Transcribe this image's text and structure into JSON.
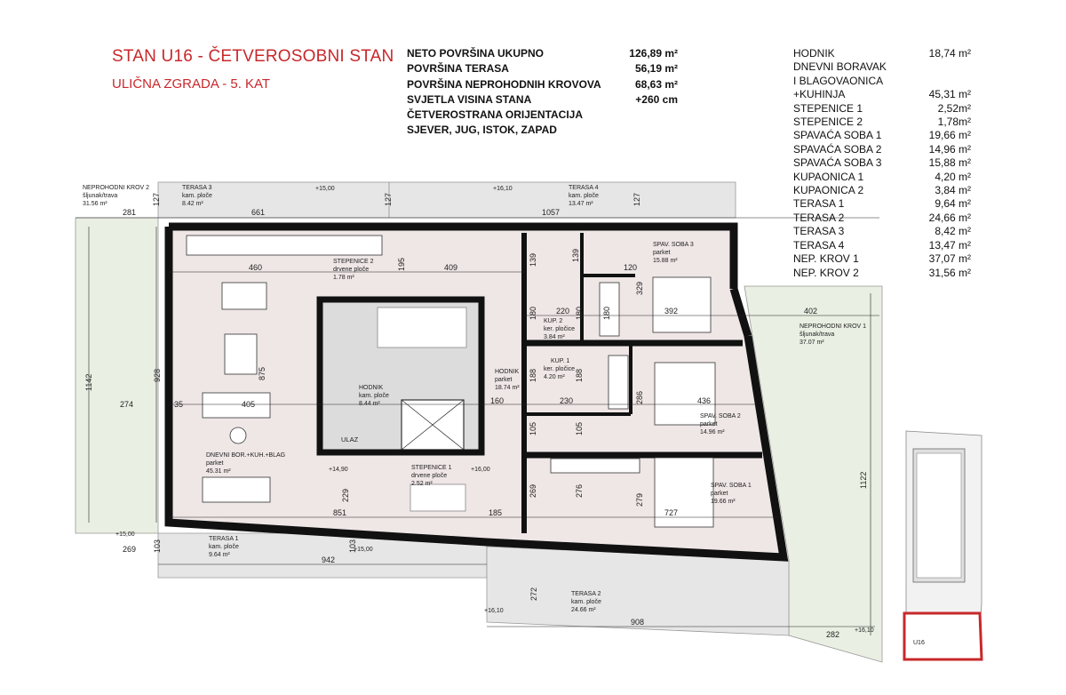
{
  "header": {
    "title": "STAN U16 - ČETVEROSOBNI STAN",
    "subtitle": "ULIČNA ZGRADA - 5. KAT"
  },
  "summary": [
    {
      "label": "NETO POVRŠINA UKUPNO",
      "value": "126,89 m²"
    },
    {
      "label": "POVRŠINA TERASA",
      "value": "56,19 m²"
    },
    {
      "label": "POVRŠINA NEPROHODNIH KROVOVA",
      "value": "68,63 m²"
    },
    {
      "label": "SVJETLA VISINA STANA",
      "value": "+260 cm"
    },
    {
      "label": "ČETVEROSTRANA ORIJENTACIJA",
      "value": ""
    },
    {
      "label": "SJEVER, JUG, ISTOK, ZAPAD",
      "value": ""
    }
  ],
  "rooms_table": [
    {
      "label": "HODNIK",
      "value": "18,74 m²"
    },
    {
      "label": "DNEVNI BORAVAK",
      "value": ""
    },
    {
      "label": "I BLAGOVAONICA",
      "value": ""
    },
    {
      "label": "+KUHINJA",
      "value": "45,31 m²"
    },
    {
      "label": "STEPENICE 1",
      "value": "2,52m²"
    },
    {
      "label": "STEPENICE 2",
      "value": "1,78m²"
    },
    {
      "label": "SPAVAĆA SOBA 1",
      "value": "19,66 m²"
    },
    {
      "label": "SPAVAĆA SOBA 2",
      "value": "14,96 m²"
    },
    {
      "label": "SPAVAĆA SOBA 3",
      "value": "15,88 m²"
    },
    {
      "label": "KUPAONICA 1",
      "value": "4,20 m²"
    },
    {
      "label": "KUPAONICA 2",
      "value": "3,84 m²"
    },
    {
      "label": "TERASA 1",
      "value": "9,64 m²"
    },
    {
      "label": "TERASA 2",
      "value": "24,66 m²"
    },
    {
      "label": "TERASA 3",
      "value": "8,42 m²"
    },
    {
      "label": "TERASA 4",
      "value": "13,47 m²"
    },
    {
      "label": "NEP. KROV 1",
      "value": "37,07 m²"
    },
    {
      "label": "NEP. KROV 2",
      "value": "31,56 m²"
    }
  ],
  "plan": {
    "colors": {
      "wall": "#111111",
      "room": "#efe6e6",
      "terrace": "#e6e6e6",
      "roof": "#e9efe2",
      "accent": "#c8282b"
    },
    "room_labels": {
      "nep_krov_2": [
        "NEPROHODNI KROV 2",
        "šljunak/trava",
        "31.56 m²"
      ],
      "terasa_3": [
        "TERASA 3",
        "kam. ploče",
        "8.42 m²"
      ],
      "terasa_4": [
        "TERASA 4",
        "kam. ploče",
        "13.47 m²"
      ],
      "stepenice_2": [
        "STEPENICE 2",
        "drvene ploče",
        "1.78 m²"
      ],
      "spav_soba_3": [
        "SPAV. SOBA 3",
        "parket",
        "15.88 m²"
      ],
      "kup_2": [
        "KUP. 2",
        "ker. pločice",
        "3.84 m²"
      ],
      "kup_1": [
        "KUP. 1",
        "ker. pločice",
        "4.20 m²"
      ],
      "hodnik": [
        "HODNIK",
        "parket",
        "18.74 m²"
      ],
      "hodnik_stair": [
        "HODNIK",
        "kam. ploče",
        "8.44 m²"
      ],
      "spav_soba_2": [
        "SPAV. SOBA 2",
        "parket",
        "14.96 m²"
      ],
      "spav_soba_1": [
        "SPAV. SOBA 1",
        "parket",
        "19.66 m²"
      ],
      "dnevni": [
        "DNEVNI BOR.+KUH.+BLAG",
        "parket",
        "45.31 m²"
      ],
      "stepenice_1": [
        "STEPENICE 1",
        "drvene ploče",
        "2.52 m²"
      ],
      "terasa_1": [
        "TERASA 1",
        "kam. ploče",
        "9.64 m²"
      ],
      "terasa_2": [
        "TERASA 2",
        "kam. ploče",
        "24.66 m²"
      ],
      "nep_krov_1": [
        "NEPROHODNI KROV 1",
        "šljunak/trava",
        "37.07 m²"
      ]
    },
    "ulaz": "ULAZ",
    "levels": {
      "l1500a": "+15,00",
      "l1610a": "+16,10",
      "l1490": "+14,90",
      "l1600": "+16,00",
      "l1500b": "+15,00",
      "l1500c": "+15,00",
      "l1610b": "+16,10",
      "l1610c": "+16,10"
    },
    "dims": {
      "d281": "281",
      "d661": "661",
      "d1057": "1057",
      "d127a": "127",
      "d127b": "127",
      "d127c": "127",
      "d460": "460",
      "d195": "195",
      "d409": "409",
      "d139a": "139",
      "d139b": "139",
      "d120": "120",
      "d329": "329",
      "d392": "392",
      "d402": "402",
      "d220": "220",
      "d180a": "180",
      "d180b": "180",
      "d180c": "180",
      "d1142": "1142",
      "d928": "928",
      "d875": "875",
      "d274": "274",
      "d35": "35",
      "d405": "405",
      "d160": "160",
      "d230": "230",
      "d188a": "188",
      "d188b": "188",
      "d286": "286",
      "d436": "436",
      "d105a": "105",
      "d105b": "105",
      "d229": "229",
      "d269a": "269",
      "d276": "276",
      "d279": "279",
      "d727": "727",
      "d851": "851",
      "d185": "185",
      "d1122": "1122",
      "d269b": "269",
      "d103a": "103",
      "d103b": "103",
      "d942": "942",
      "d272": "272",
      "d908": "908",
      "d282": "282"
    },
    "key_plan_label": "U16"
  }
}
